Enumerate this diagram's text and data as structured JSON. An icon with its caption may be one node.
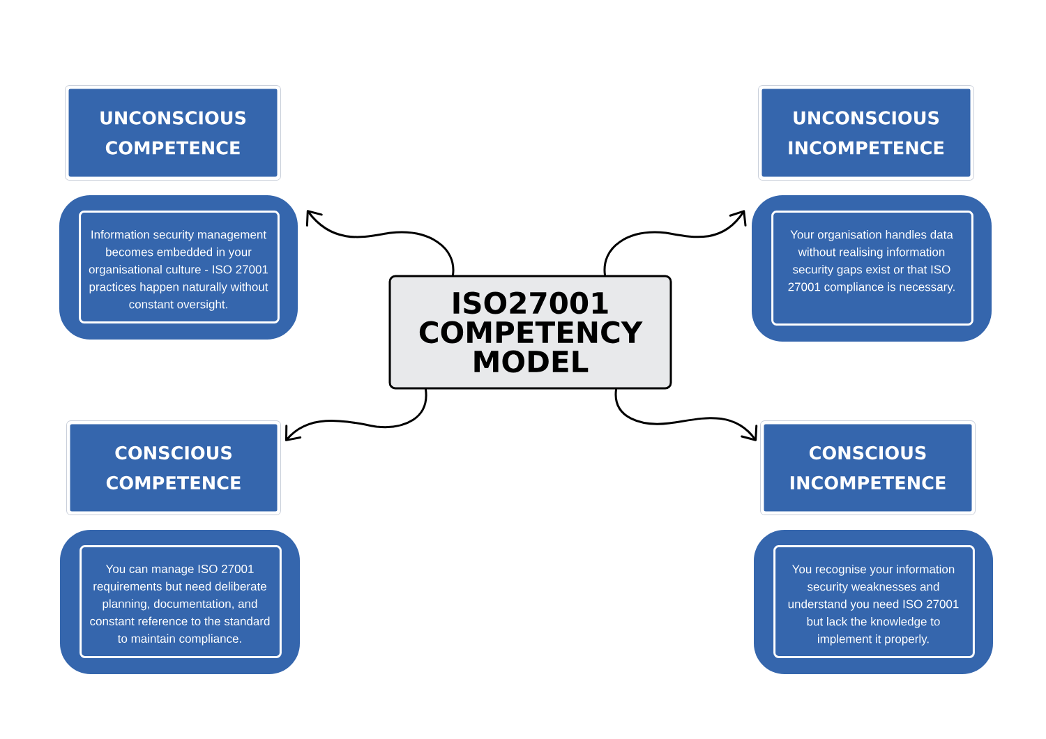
{
  "diagram": {
    "nodes": [
      {
        "text": [
          "UNCONSCIOUS COMPETENCE"
        ]
      },
      {
        "text": [
          "Information security management becomes embedded in your organisational culture - ISO 27001 practices happen naturally without constant oversight."
        ]
      },
      {
        "text": [
          "UNCONSCIOUS INCOMPETENCE"
        ]
      },
      {
        "text": [
          "Your organisation handles data without realising information security gaps exist or that ISO 27001 compliance is necessary."
        ]
      },
      {
        "text": [
          "ISO27001 COMPETENCY MODEL"
        ]
      },
      {
        "text": [
          "CONSCIOUS COMPETENCE"
        ]
      },
      {
        "text": [
          "You can manage ISO 27001 requirements but need deliberate planning, documentation, and constant reference to the standard to maintain compliance."
        ]
      },
      {
        "text": [
          "CONSCIOUS INCOMPETENCE"
        ]
      },
      {
        "text": [
          "You recognise your information security weaknesses and understand you need ISO 27001 but lack the knowledge to implement it properly."
        ]
      }
    ],
    "edges": [
      {
        "from": 4,
        "to": 1,
        "arrow": "to"
      },
      {
        "from": 4,
        "to": 3,
        "arrow": "to"
      },
      {
        "from": 4,
        "to": 5,
        "arrow": "to"
      },
      {
        "from": 4,
        "to": 7,
        "arrow": "to"
      }
    ]
  }
}
